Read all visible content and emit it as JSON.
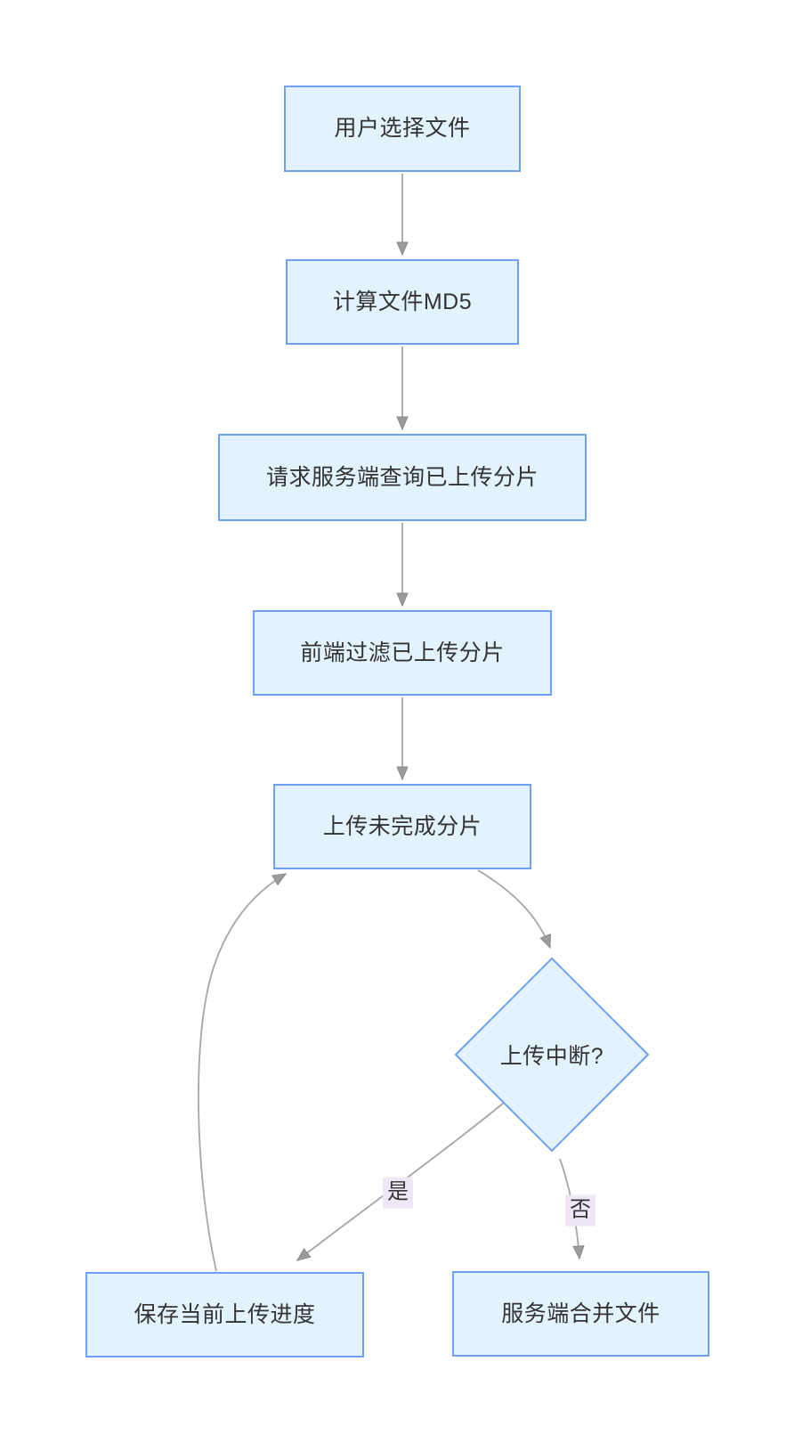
{
  "diagram": {
    "type": "flowchart",
    "direction": "top-down",
    "nodes": [
      {
        "id": "A",
        "shape": "rect",
        "label": "用户选择文件"
      },
      {
        "id": "B",
        "shape": "rect",
        "label": "计算文件MD5"
      },
      {
        "id": "C",
        "shape": "rect",
        "label": "请求服务端查询已上传分片"
      },
      {
        "id": "D",
        "shape": "rect",
        "label": "前端过滤已上传分片"
      },
      {
        "id": "E",
        "shape": "rect",
        "label": "上传未完成分片"
      },
      {
        "id": "F",
        "shape": "diamond",
        "label": "上传中断?"
      },
      {
        "id": "G",
        "shape": "rect",
        "label": "保存当前上传进度"
      },
      {
        "id": "H",
        "shape": "rect",
        "label": "服务端合并文件"
      }
    ],
    "edges": [
      {
        "from": "A",
        "to": "B",
        "label": ""
      },
      {
        "from": "B",
        "to": "C",
        "label": ""
      },
      {
        "from": "C",
        "to": "D",
        "label": ""
      },
      {
        "from": "D",
        "to": "E",
        "label": ""
      },
      {
        "from": "E",
        "to": "F",
        "label": ""
      },
      {
        "from": "F",
        "to": "G",
        "label": "是"
      },
      {
        "from": "F",
        "to": "H",
        "label": "否"
      },
      {
        "from": "G",
        "to": "E",
        "label": ""
      }
    ],
    "colors": {
      "node_fill": "#E2F3FD",
      "node_border": "#6FA0F5",
      "edge_line": "#A6A6A6",
      "arrowhead": "#999999",
      "edge_label_bg": "#EFE7F7",
      "text": "#333333",
      "background": "#FFFFFF"
    }
  }
}
